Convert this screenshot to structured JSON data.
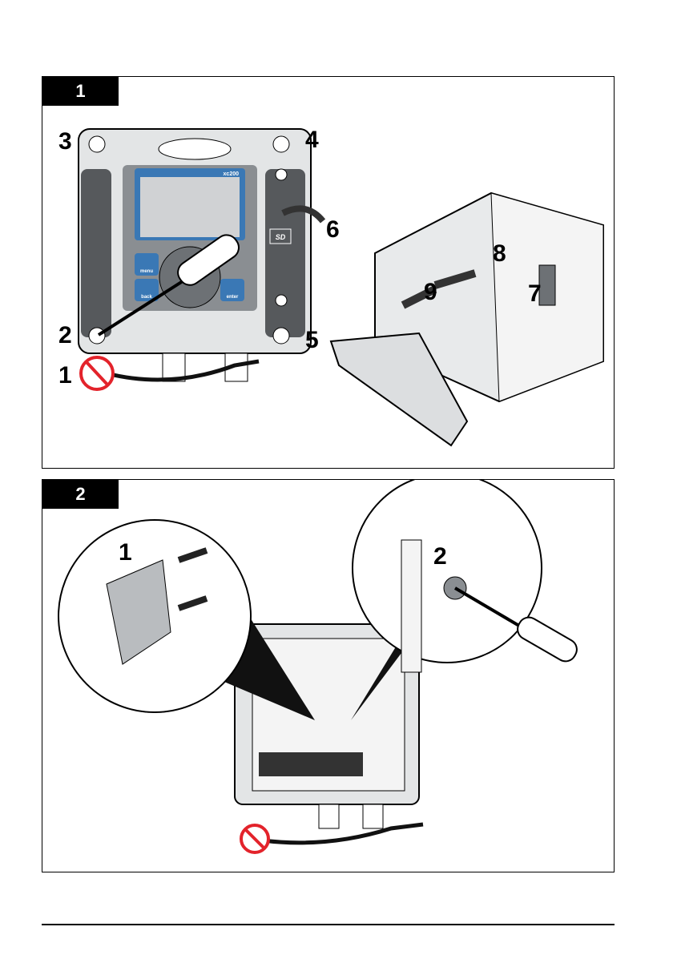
{
  "figure1": {
    "step_label": "1",
    "device": {
      "model": "xc200",
      "buttons": [
        "menu",
        "back",
        "enter"
      ],
      "sd_label": "SD"
    },
    "callouts": [
      "1",
      "2",
      "3",
      "4",
      "5",
      "6",
      "7",
      "8",
      "9"
    ]
  },
  "figure2": {
    "step_label": "2",
    "callouts": [
      "1",
      "2"
    ]
  },
  "colors": {
    "accent_blue": "#3a78b5",
    "prohibition_red": "#e3232b"
  }
}
